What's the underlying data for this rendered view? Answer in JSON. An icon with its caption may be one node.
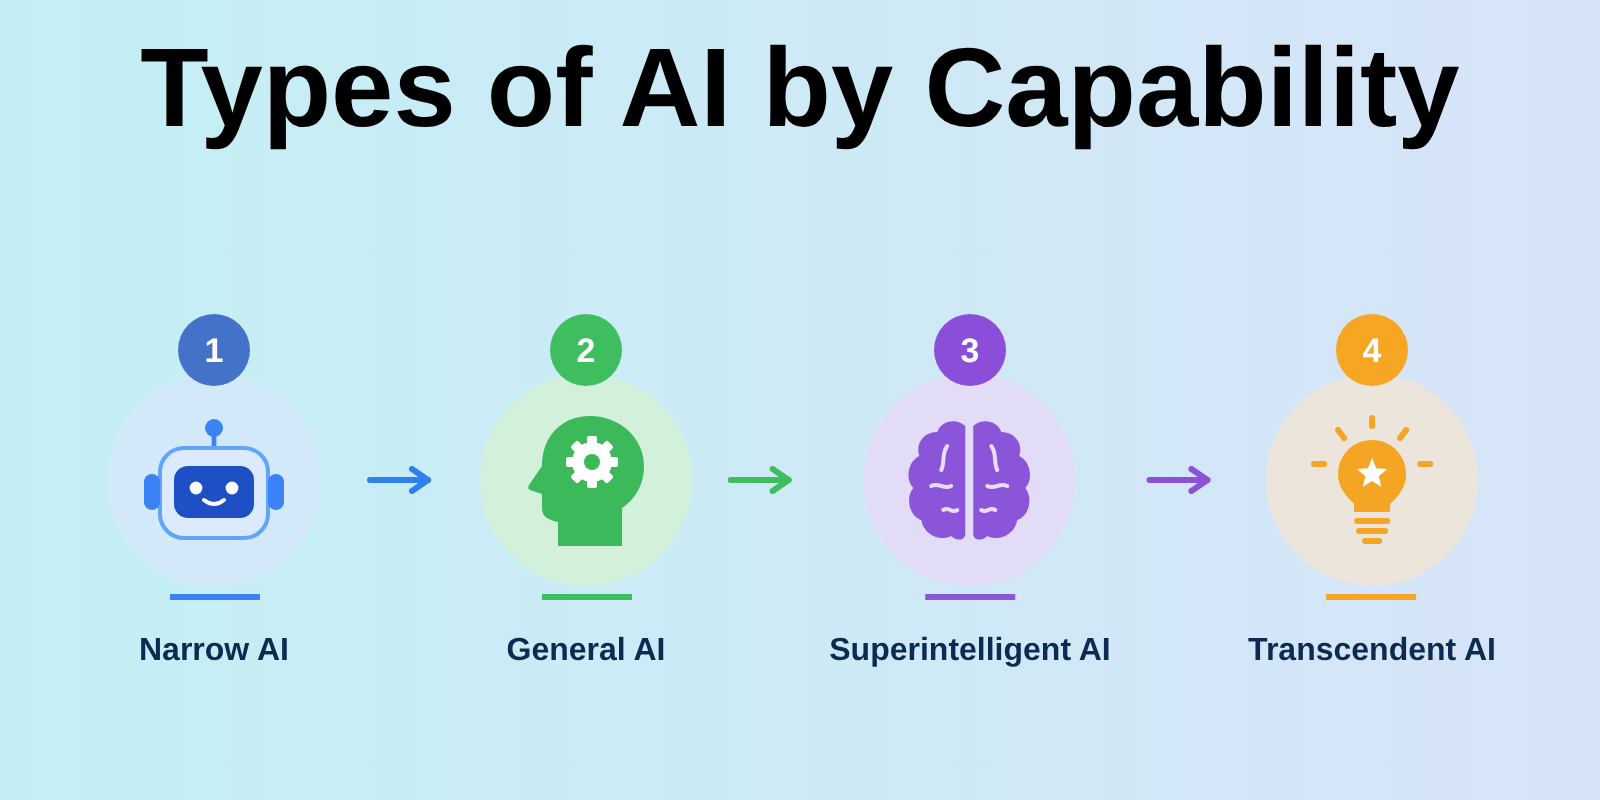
{
  "diagram": {
    "title": "Types of AI by Capability",
    "nodes": [
      {
        "text": [
          "1"
        ]
      },
      {
        "text": [
          "Narrow AI"
        ]
      },
      {
        "text": [
          "2"
        ]
      },
      {
        "text": [
          "General AI"
        ]
      },
      {
        "text": [
          "3"
        ]
      },
      {
        "text": [
          "Superintelligent AI"
        ]
      },
      {
        "text": [
          "4"
        ]
      },
      {
        "text": [
          "Transcendent AI"
        ]
      }
    ],
    "edges": [
      {
        "from": 1,
        "to": 3,
        "arrow": "to",
        "color": "#2f80ed"
      },
      {
        "from": 3,
        "to": 5,
        "arrow": "to",
        "color": "#3dbd5d"
      },
      {
        "from": 5,
        "to": 7,
        "arrow": "to",
        "color": "#8b52d9"
      }
    ]
  }
}
